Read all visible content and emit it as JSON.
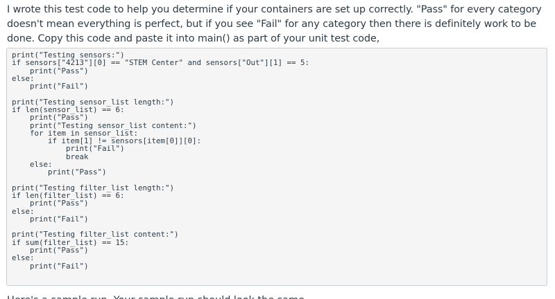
{
  "intro_text": "I wrote this test code to help you determine if your containers are set up correctly.  \"Pass\" for every category doesn't mean everything is perfect, but if you see \"Fail\" for any category then there is definitely work to be done.  Copy this code and paste it into main() as part of your unit test code,",
  "code": "print(\"Testing sensors:\")\nif sensors[\"4213\"][0] == \"STEM Center\" and sensors[\"Out\"][1] == 5:\n    print(\"Pass\")\nelse:\n    print(\"Fail\")\n\nprint(\"Testing sensor_list length:\")\nif len(sensor_list) == 6:\n    print(\"Pass\")\n    print(\"Testing sensor_list content:\")\n    for item in sensor_list:\n        if item[1] != sensors[item[0]][0]:\n            print(\"Fail\")\n            break\n    else:\n        print(\"Pass\")\n\nprint(\"Testing filter_list length:\")\nif len(filter_list) == 6:\n    print(\"Pass\")\nelse:\n    print(\"Fail\")\n\nprint(\"Testing filter_list content:\")\nif sum(filter_list) == 15:\n    print(\"Pass\")\nelse:\n    print(\"Fail\")",
  "outro_text": "Here's a sample run. Your sample run should look the same"
}
